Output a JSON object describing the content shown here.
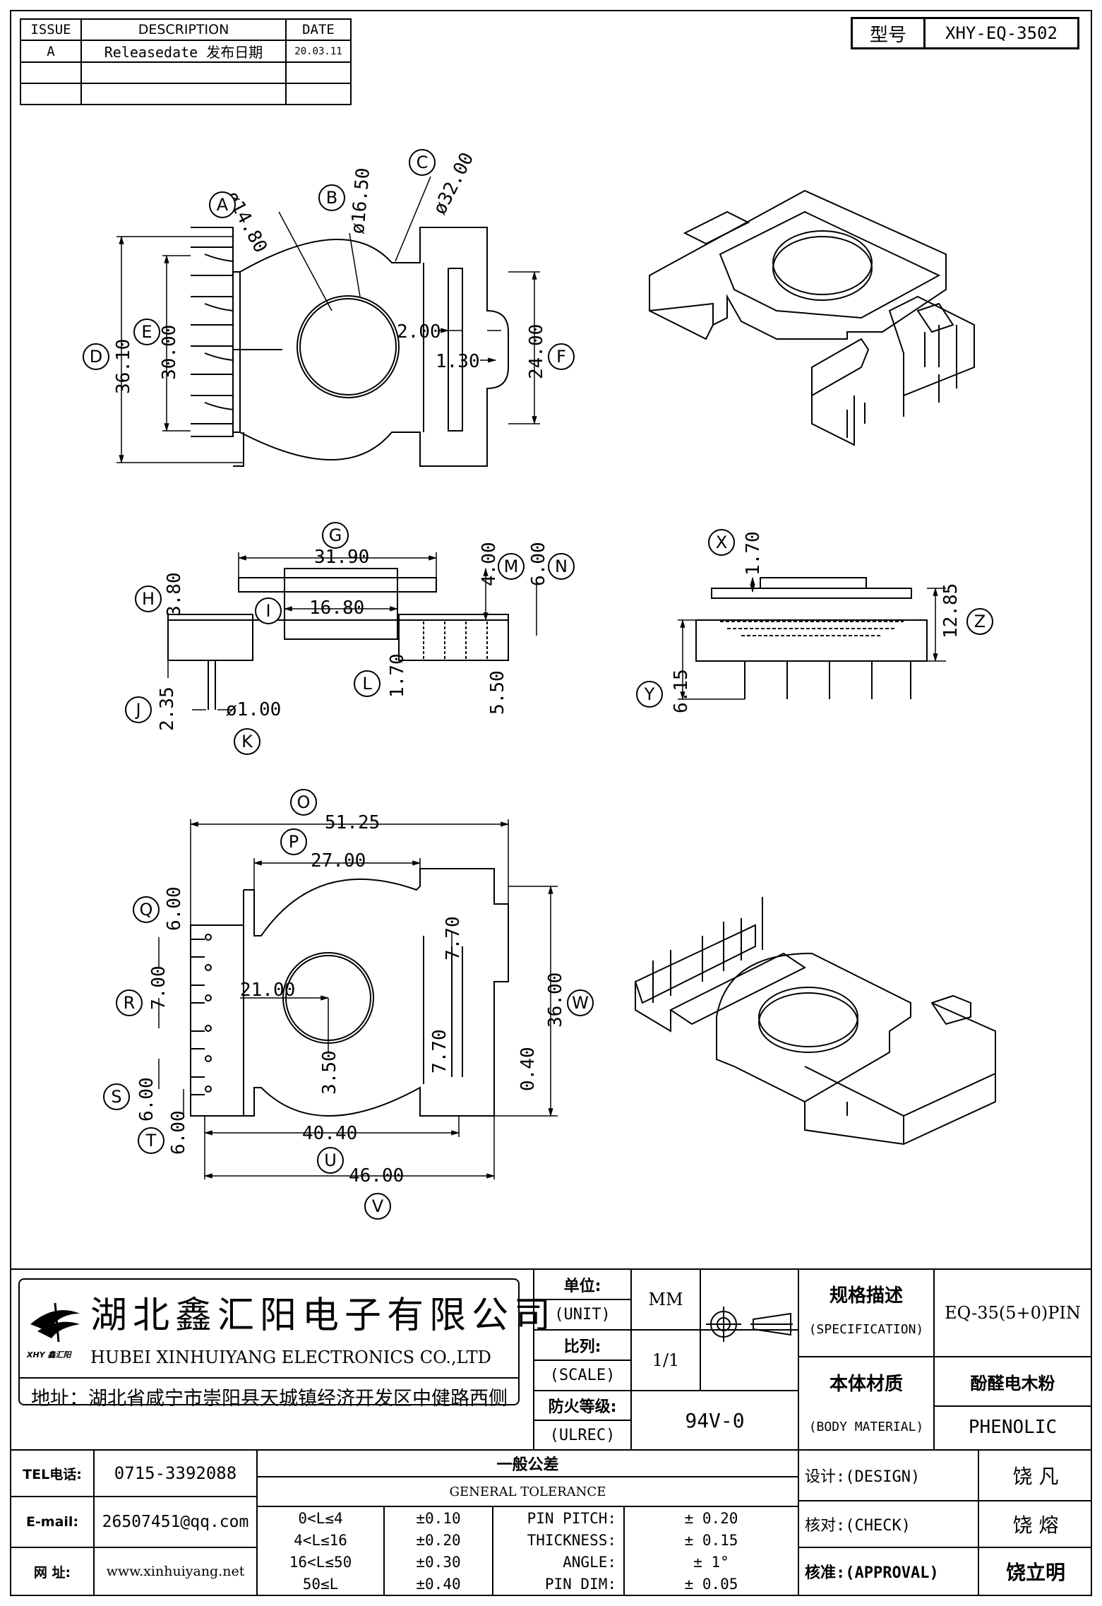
{
  "revision_table": {
    "headers": {
      "issue": "ISSUE",
      "description": "DESCRIPTION",
      "date": "DATE"
    },
    "rows": [
      {
        "issue": "A",
        "description": "Releasedate 发布日期",
        "date": "20.03.11"
      },
      {
        "issue": "",
        "description": "",
        "date": ""
      },
      {
        "issue": "",
        "description": "",
        "date": ""
      }
    ]
  },
  "model": {
    "label": "型号",
    "value": "XHY-EQ-3502"
  },
  "callouts": {
    "A": "A",
    "B": "B",
    "C": "C",
    "D": "D",
    "E": "E",
    "F": "F",
    "G": "G",
    "H": "H",
    "I": "I",
    "J": "J",
    "K": "K",
    "L": "L",
    "M": "M",
    "N": "N",
    "O": "O",
    "P": "P",
    "Q": "Q",
    "R": "R",
    "S": "S",
    "T": "T",
    "U": "U",
    "V": "V",
    "W": "W",
    "X": "X",
    "Y": "Y",
    "Z": "Z"
  },
  "dimensions": {
    "A": "ø14.80",
    "B": "ø16.50",
    "C": "ø32.00",
    "D": "36.10",
    "E": "30.00",
    "F": "24.00",
    "w200": "2.00",
    "w130": "1.30",
    "G": "31.90",
    "I": "16.80",
    "H": "3.80",
    "M": "4.00",
    "N": "6.00",
    "L": "1.70",
    "h550": "5.50",
    "J": "2.35",
    "K": "ø1.00",
    "X": "1.70",
    "Z": "12.85",
    "Y": "6.15",
    "O": "51.25",
    "P": "27.00",
    "Q": "6.00",
    "R": "7.00",
    "S": "6.00",
    "T": "6.00",
    "d2100": "21.00",
    "d350": "3.50",
    "d770a": "7.70",
    "d770b": "7.70",
    "W": "36.00",
    "d040": "0.40",
    "U": "40.40",
    "V": "46.00"
  },
  "company": {
    "name_cn": "湖北鑫汇阳电子有限公司",
    "name_en": "HUBEI XINHUIYANG ELECTRONICS CO.,LTD",
    "logo_text": "XHY 鑫汇阳",
    "address": "地址：湖北省咸宁市崇阳县天城镇经济开发区中健路西侧"
  },
  "title_block": {
    "unit_label_cn": "单位:",
    "unit_label_en": "(UNIT)",
    "unit_value": "MM",
    "scale_label_cn": "比列:",
    "scale_label_en": "(SCALE)",
    "scale_value": "1/1",
    "ulrec_label_cn": "防火等级:",
    "ulrec_label_en": "(ULREC)",
    "ulrec_value": "94V-0",
    "spec_label_cn": "规格描述",
    "spec_label_en": "(SPECIFICATION)",
    "spec_value": "EQ-35(5+0)PIN",
    "material_label_cn": "本体材质",
    "material_label_en": "(BODY MATERIAL)",
    "material_value_cn": "酚醛电木粉",
    "material_value_en": "PHENOLIC",
    "tel_label": "TEL电话:",
    "tel_value": "0715-3392088",
    "email_label": "E-mail:",
    "email_value": "26507451@qq.com",
    "web_label": "网  址:",
    "web_value": "www.xinhuiyang.net",
    "tolerance_title_cn": "一般公差",
    "tolerance_title_en": "GENERAL TOLERANCE",
    "tolerance_rows": [
      {
        "range": "0<L≤4",
        "tol": "±0.10",
        "item": "PIN PITCH:",
        "value": "± 0.20"
      },
      {
        "range": "4<L≤16",
        "tol": "±0.20",
        "item": "THICKNESS:",
        "value": "± 0.15"
      },
      {
        "range": "16<L≤50",
        "tol": "±0.30",
        "item": "ANGLE:",
        "value": "± 1°"
      },
      {
        "range": "50≤L",
        "tol": "±0.40",
        "item": "PIN DIM:",
        "value": "± 0.05"
      }
    ],
    "design_label": "设计:(DESIGN)",
    "design_value": "饶  凡",
    "check_label": "核对:(CHECK)",
    "check_value": "饶  熔",
    "approval_label": "核准:(APPROVAL)",
    "approval_value": "饶立明"
  }
}
